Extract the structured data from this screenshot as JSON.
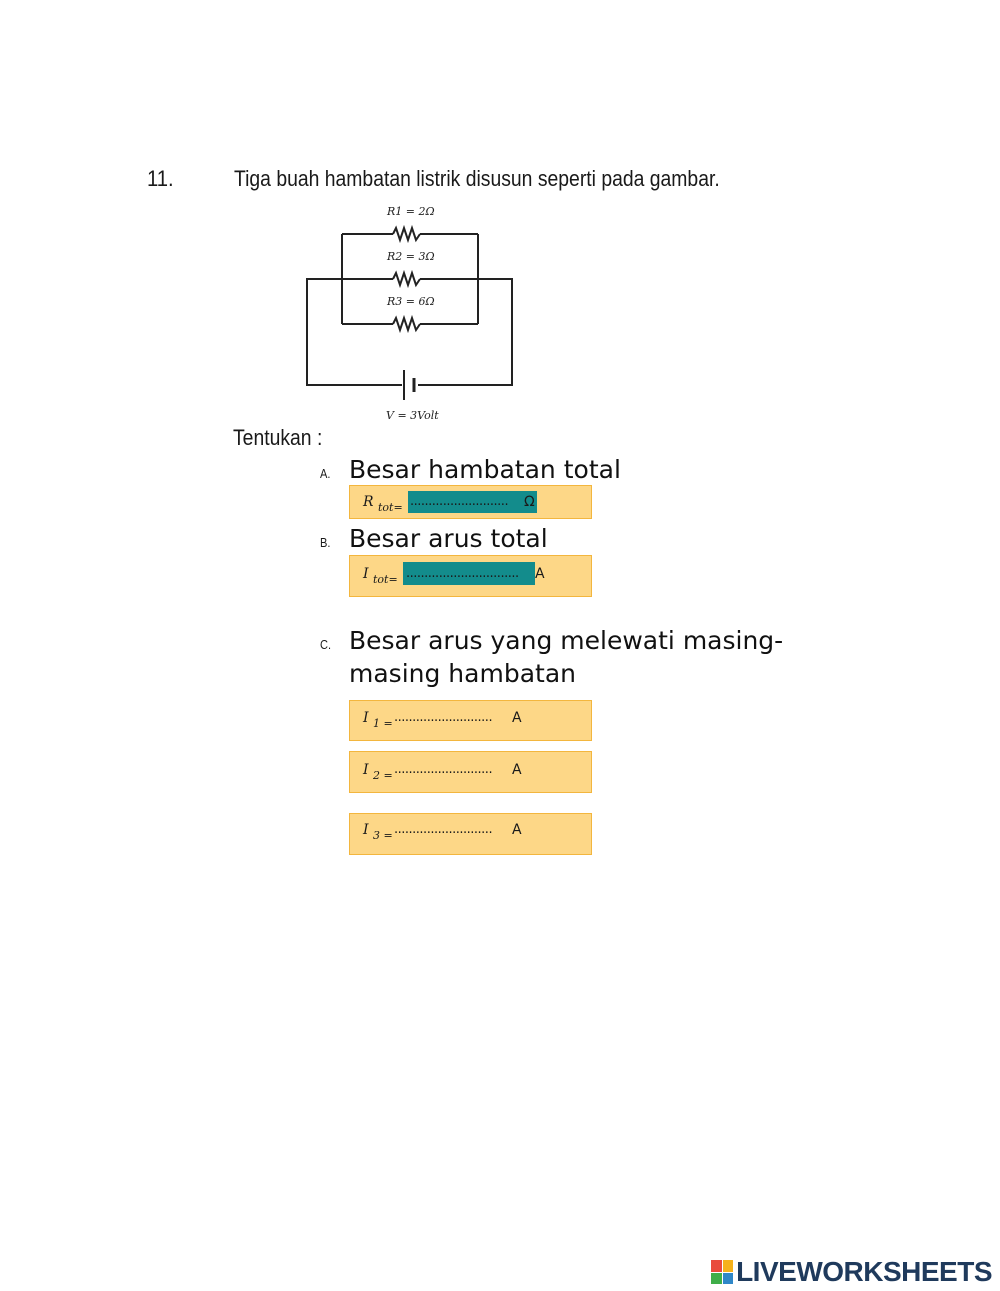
{
  "question": {
    "number": "11.",
    "text": "Tiga buah hambatan listrik disusun seperti pada gambar.",
    "instruction": "Tentukan :"
  },
  "circuit": {
    "r1_label": "R1 = 2Ω",
    "r2_label": "R2 = 3Ω",
    "r3_label": "R3 = 6Ω",
    "voltage_label": "V = 3Volt"
  },
  "items": [
    {
      "letter": "A.",
      "text": "Besar hambatan total"
    },
    {
      "letter": "B.",
      "text": "Besar arus total"
    },
    {
      "letter": "C.",
      "text": "Besar arus yang melewati masing-masing hambatan"
    }
  ],
  "answers": {
    "rtot": {
      "symbol": "R",
      "sub": "tot=",
      "dots": "...........................",
      "unit": "Ω"
    },
    "itot": {
      "symbol": "I",
      "sub": "tot=",
      "dots": "...............................",
      "unit": "A"
    },
    "i1": {
      "symbol": "I",
      "sub": "1 =",
      "dots": "...........................",
      "unit": "A"
    },
    "i2": {
      "symbol": "I",
      "sub": "2 =",
      "dots": "...........................",
      "unit": "A"
    },
    "i3": {
      "symbol": "I",
      "sub": "3 =",
      "dots": "...........................",
      "unit": "A"
    }
  },
  "logo": {
    "text": "LIVEWORKSHEETS",
    "icon": "liveworksheets-logo-icon"
  },
  "colors": {
    "answer_box": "#fdd787",
    "answer_border": "#f3b63e",
    "input_field": "#138c8c",
    "logo_text": "#1f3a5c"
  }
}
